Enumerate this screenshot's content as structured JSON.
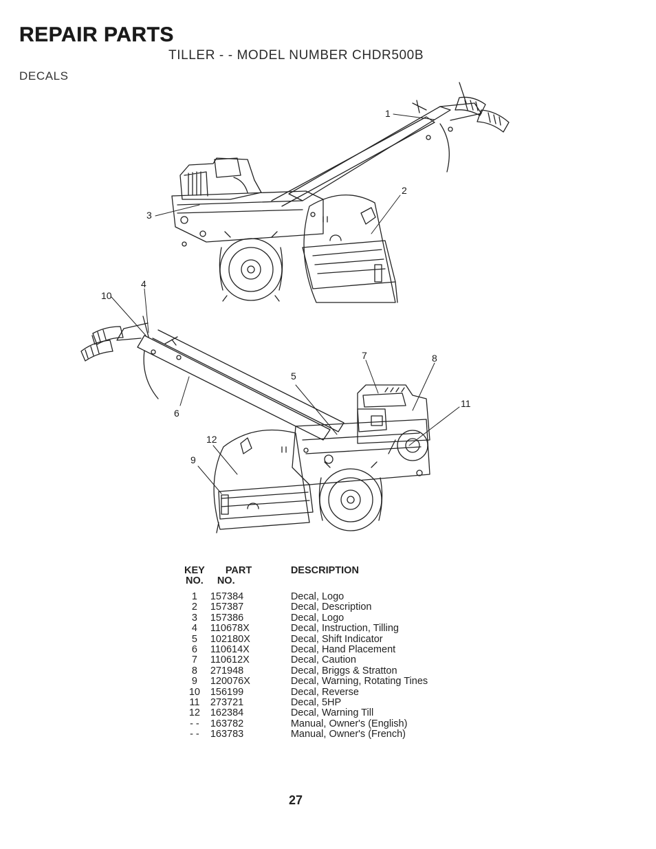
{
  "header": {
    "title": "REPAIR PARTS",
    "subtitle": "TILLER - - MODEL NUMBER CHDR500B",
    "section": "DECALS"
  },
  "figure": {
    "callouts": [
      "1",
      "2",
      "3",
      "4",
      "5",
      "6",
      "7",
      "8",
      "9",
      "10",
      "11",
      "12"
    ]
  },
  "parts_table": {
    "headers": {
      "key_line1": "KEY",
      "key_line2": "NO.",
      "part_line1": "PART",
      "part_line2": "NO.",
      "description": "DESCRIPTION"
    },
    "rows": [
      {
        "key": "1",
        "part": "157384",
        "desc": "Decal, Logo"
      },
      {
        "key": "2",
        "part": "157387",
        "desc": "Decal, Description"
      },
      {
        "key": "3",
        "part": "157386",
        "desc": "Decal, Logo"
      },
      {
        "key": "4",
        "part": "110678X",
        "desc": "Decal, Instruction, Tilling"
      },
      {
        "key": "5",
        "part": "102180X",
        "desc": "Decal, Shift Indicator"
      },
      {
        "key": "6",
        "part": "110614X",
        "desc": "Decal, Hand Placement"
      },
      {
        "key": "7",
        "part": "110612X",
        "desc": "Decal, Caution"
      },
      {
        "key": "8",
        "part": "271948",
        "desc": "Decal, Briggs & Stratton"
      },
      {
        "key": "9",
        "part": "120076X",
        "desc": "Decal, Warning, Rotating Tines"
      },
      {
        "key": "10",
        "part": "156199",
        "desc": "Decal, Reverse"
      },
      {
        "key": "11",
        "part": "273721",
        "desc": "Decal, 5HP"
      },
      {
        "key": "12",
        "part": "162384",
        "desc": "Decal, Warning Till"
      },
      {
        "key": "- -",
        "part": "163782",
        "desc": "Manual, Owner's (English)"
      },
      {
        "key": "- -",
        "part": "163783",
        "desc": "Manual, Owner's (French)"
      }
    ]
  },
  "footer": {
    "page_number": "27"
  }
}
